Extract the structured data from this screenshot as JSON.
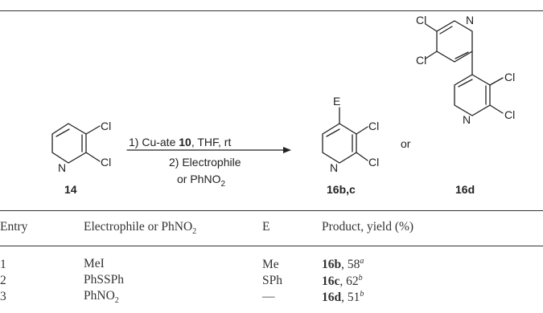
{
  "scheme": {
    "reactant": {
      "label": "14",
      "substituents": [
        "Cl",
        "Cl"
      ],
      "ring_atom": "N"
    },
    "conditions": {
      "step1_prefix": "1) Cu-ate ",
      "step1_reagent": "10",
      "step1_suffix": ", THF, rt",
      "step2": "2) Electrophile",
      "step3_prefix": "or PhNO",
      "step3_sub": "2"
    },
    "product_a": {
      "label": "16b,c",
      "substituent": "E",
      "substituents": [
        "Cl",
        "Cl"
      ],
      "ring_atom": "N"
    },
    "or_text": "or",
    "product_b": {
      "label": "16d",
      "substituents": [
        "Cl",
        "Cl",
        "Cl",
        "Cl"
      ],
      "ring_atom": "N"
    }
  },
  "table": {
    "headers": {
      "entry": "Entry",
      "electrophile_prefix": "Electrophile or PhNO",
      "electrophile_sub": "2",
      "e": "E",
      "product": "Product, yield (%)"
    },
    "rows": [
      {
        "entry": "1",
        "electrophile": "MeI",
        "electrophile_sub": "",
        "e": "Me",
        "product": "16b",
        "yield": ", 58",
        "note": "a"
      },
      {
        "entry": "2",
        "electrophile": "PhSSPh",
        "electrophile_sub": "",
        "e": "SPh",
        "product": "16c",
        "yield": ", 62",
        "note": "b"
      },
      {
        "entry": "3",
        "electrophile": "PhNO",
        "electrophile_sub": "2",
        "e": "—",
        "product": "16d",
        "yield": ", 51",
        "note": "b"
      }
    ]
  }
}
